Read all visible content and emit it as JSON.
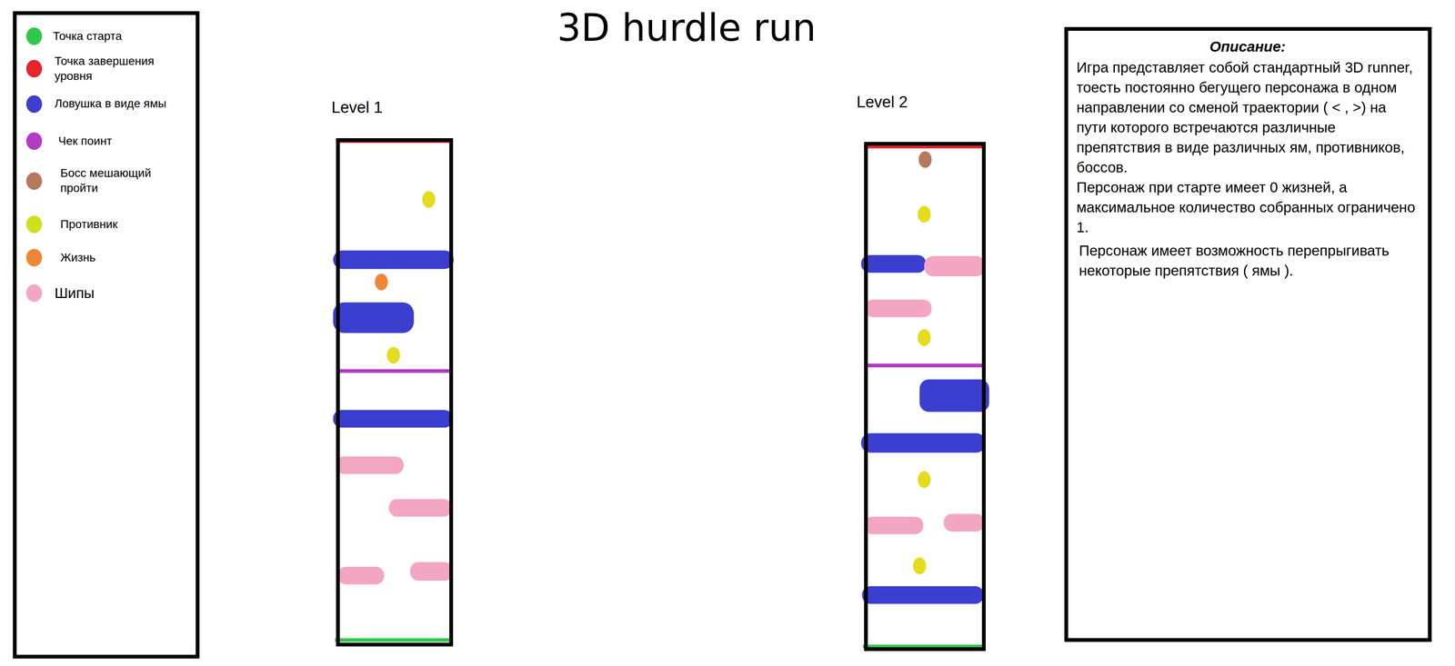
{
  "diagram": {
    "title": "3D hurdle run",
    "nodes": [
      {
        "text": [
          "Level 1"
        ]
      },
      {
        "text": [
          "Level 2"
        ]
      },
      {
        "text": [
          "Описание:",
          "Игра представляет собой стандартный 3D runner, тоесть постоянно бегущего персонажа в одном направлении со сменой траектории ( < , >) на пути которого встречаются различные препятствия в виде различных ям, противников, боссов.",
          "Персонаж при старте имеет 0 жизней, а максимальное количество собранных ограничено 1.",
          "Персонаж имеет возможность перепрыгивать некоторые препятствия ( ямы )."
        ]
      }
    ],
    "legend": [
      {
        "text": "Точка старта",
        "color": "#2fc84a"
      },
      {
        "text": "Точка завершения уровня",
        "color": "#e8232c"
      },
      {
        "text": "Ловушка в виде ямы",
        "color": "#3b3fd0"
      },
      {
        "text": "Чек поинт",
        "color": "#b43ac4"
      },
      {
        "text": "Босс мешающий пройти",
        "color": "#b57a5c"
      },
      {
        "text": "Противник",
        "color": "#cfe11e"
      },
      {
        "text": "Жизнь",
        "color": "#f08536"
      },
      {
        "text": "Шипы",
        "color": "#f3a6c4"
      }
    ]
  }
}
